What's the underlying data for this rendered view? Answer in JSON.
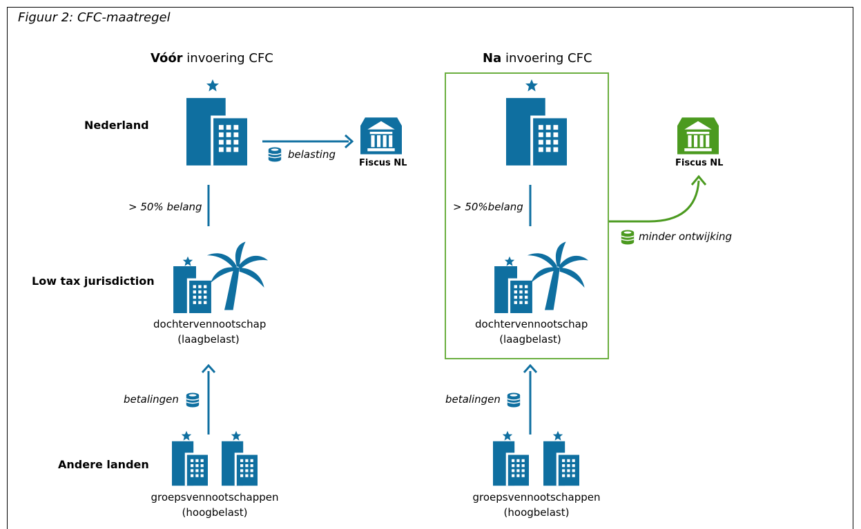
{
  "figure": {
    "caption": "Figuur 2: CFC-maatregel",
    "left_panel": {
      "heading_bold": "Vóór",
      "heading_rest": " invoering CFC",
      "ownership": "> 50% belang",
      "flow_tax": "belasting",
      "fiscus": "Fiscus NL",
      "subsidiary_line1": "dochtervennootschap",
      "subsidiary_line2": "(laagbelast)",
      "payments": "betalingen",
      "group_line1": "groepsvennootschappen",
      "group_line2": "(hoogbelast)"
    },
    "right_panel": {
      "heading_bold": "Na",
      "heading_rest": " invoering CFC",
      "ownership": "> 50%belang",
      "flow_tax": "minder ontwijking",
      "fiscus": "Fiscus NL",
      "subsidiary_line1": "dochtervennootschap",
      "subsidiary_line2": "(laagbelast)",
      "payments": "betalingen",
      "group_line1": "groepsvennootschappen",
      "group_line2": "(hoogbelast)"
    },
    "rows": {
      "nl": "Nederland",
      "low_tax": "Low tax jurisdiction",
      "other": "Andere landen"
    },
    "colors": {
      "blue": "#0f6fa0",
      "green": "#4b9a1f",
      "box_border": "#6aae3e"
    },
    "icons": [
      "building-icon",
      "palm-tree-icon",
      "coin-stack-icon",
      "government-building-icon",
      "star-icon"
    ]
  }
}
